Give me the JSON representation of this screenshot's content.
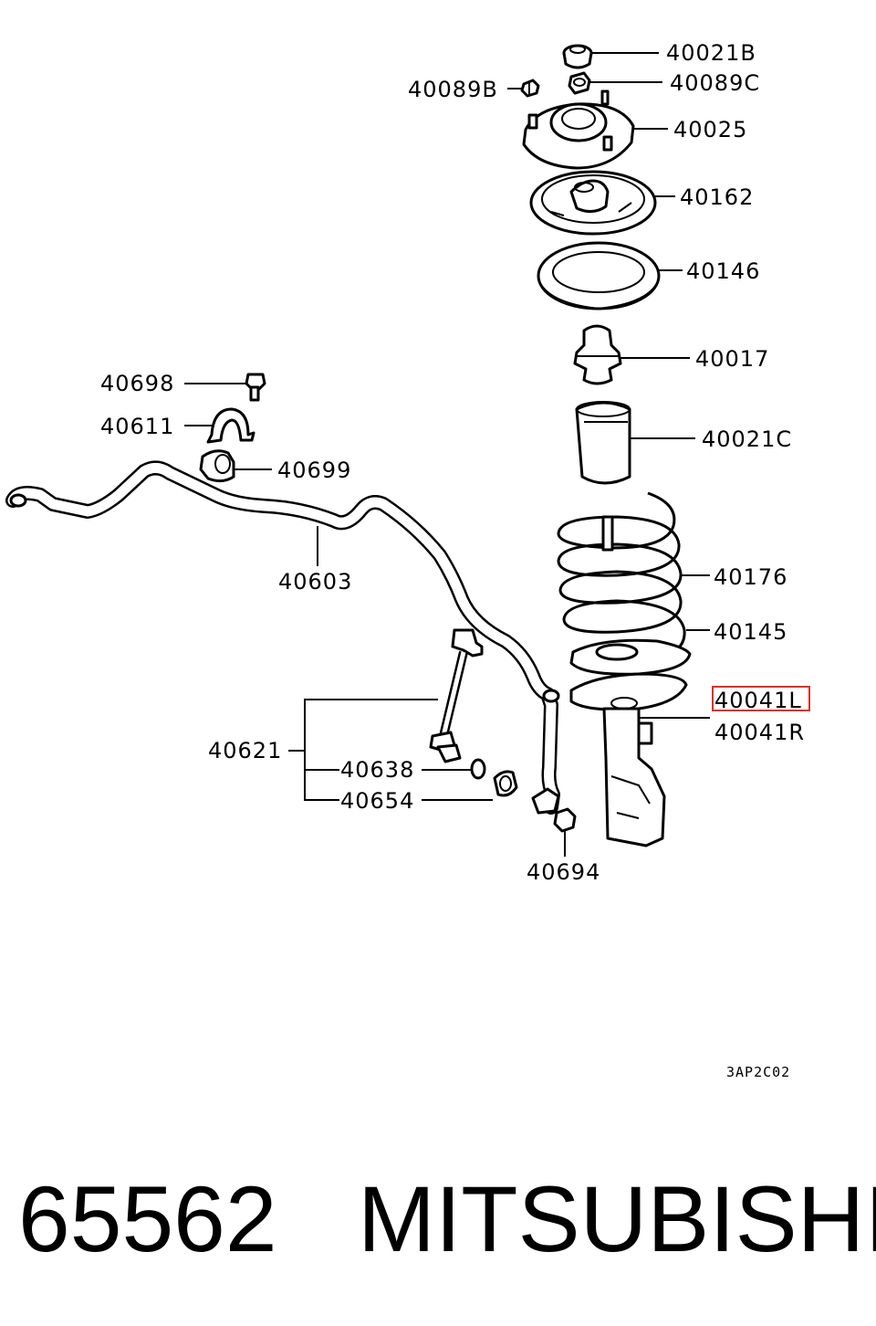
{
  "diagram": {
    "labels": {
      "40021B": "40021B",
      "40089B": "40089B",
      "40089C": "40089C",
      "40025": "40025",
      "40162": "40162",
      "40146": "40146",
      "40017": "40017",
      "40021C": "40021C",
      "40698": "40698",
      "40611": "40611",
      "40699": "40699",
      "40603": "40603",
      "40176": "40176",
      "40145": "40145",
      "40041L": "40041L",
      "40041R": "40041R",
      "40621": "40621",
      "40638": "40638",
      "40654": "40654",
      "40694": "40694"
    },
    "highlighted_part": "40041L",
    "highlight_color": "#e0302a",
    "diagram_code": "3AP2C02"
  },
  "footer": {
    "part_number": "65562",
    "brand": "MITSUBISHI"
  }
}
